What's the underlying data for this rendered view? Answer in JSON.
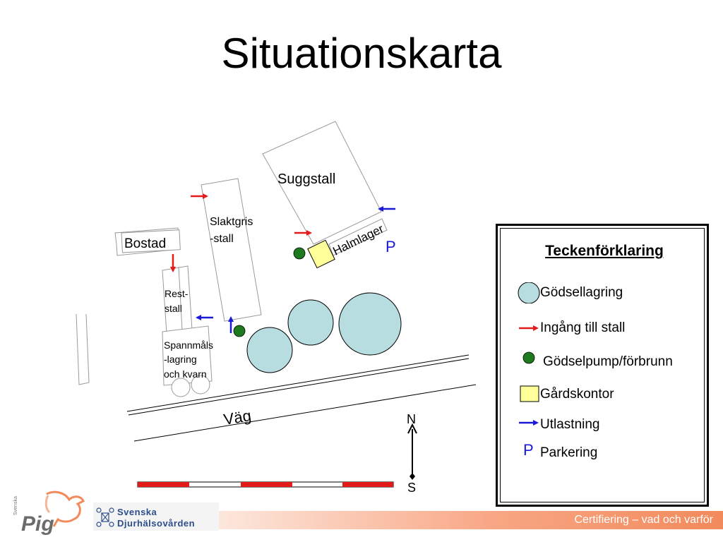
{
  "title": "Situationskarta",
  "map": {
    "buildings": {
      "suggstall": "Suggstall",
      "slaktgris_line1": "Slaktgris",
      "slaktgris_line2": "-stall",
      "bostad": "Bostad",
      "reststall_line1": "Rest-",
      "reststall_line2": "stall",
      "spannmal_line1": "Spannmåls",
      "spannmal_line2": "-lagring",
      "spannmal_line3": "och kvarn",
      "halmlager": "Halmlager",
      "parking": "P"
    },
    "road": "Väg",
    "compass": {
      "north": "N",
      "south": "S"
    }
  },
  "legend": {
    "title": "Teckenförklaring",
    "items": [
      {
        "symbol": "storage-circle",
        "label": "Gödsellagring"
      },
      {
        "symbol": "red-arrow",
        "label": "Ingång till stall"
      },
      {
        "symbol": "green-dot",
        "label": "Gödselpump/förbrunn"
      },
      {
        "symbol": "yellow-square",
        "label": "Gårdskontor"
      },
      {
        "symbol": "blue-arrow",
        "label": "Utlastning"
      },
      {
        "symbol": "parking-p",
        "label": "Parkering",
        "text": "P"
      }
    ]
  },
  "colors": {
    "storage_fill": "#b7dde0",
    "entrance_arrow": "#e31b1b",
    "loading_arrow": "#1a1ad6",
    "pump_dot": "#1e7a1e",
    "office_fill": "#ffff99",
    "parking": "#1a1ad6"
  },
  "footer": {
    "text": "Certifiering – vad och varför",
    "logo_left": "Pig",
    "logo_left_small": "Svenska",
    "logo_right_line1": "Svenska",
    "logo_right_line2": "Djurhälsovården"
  }
}
